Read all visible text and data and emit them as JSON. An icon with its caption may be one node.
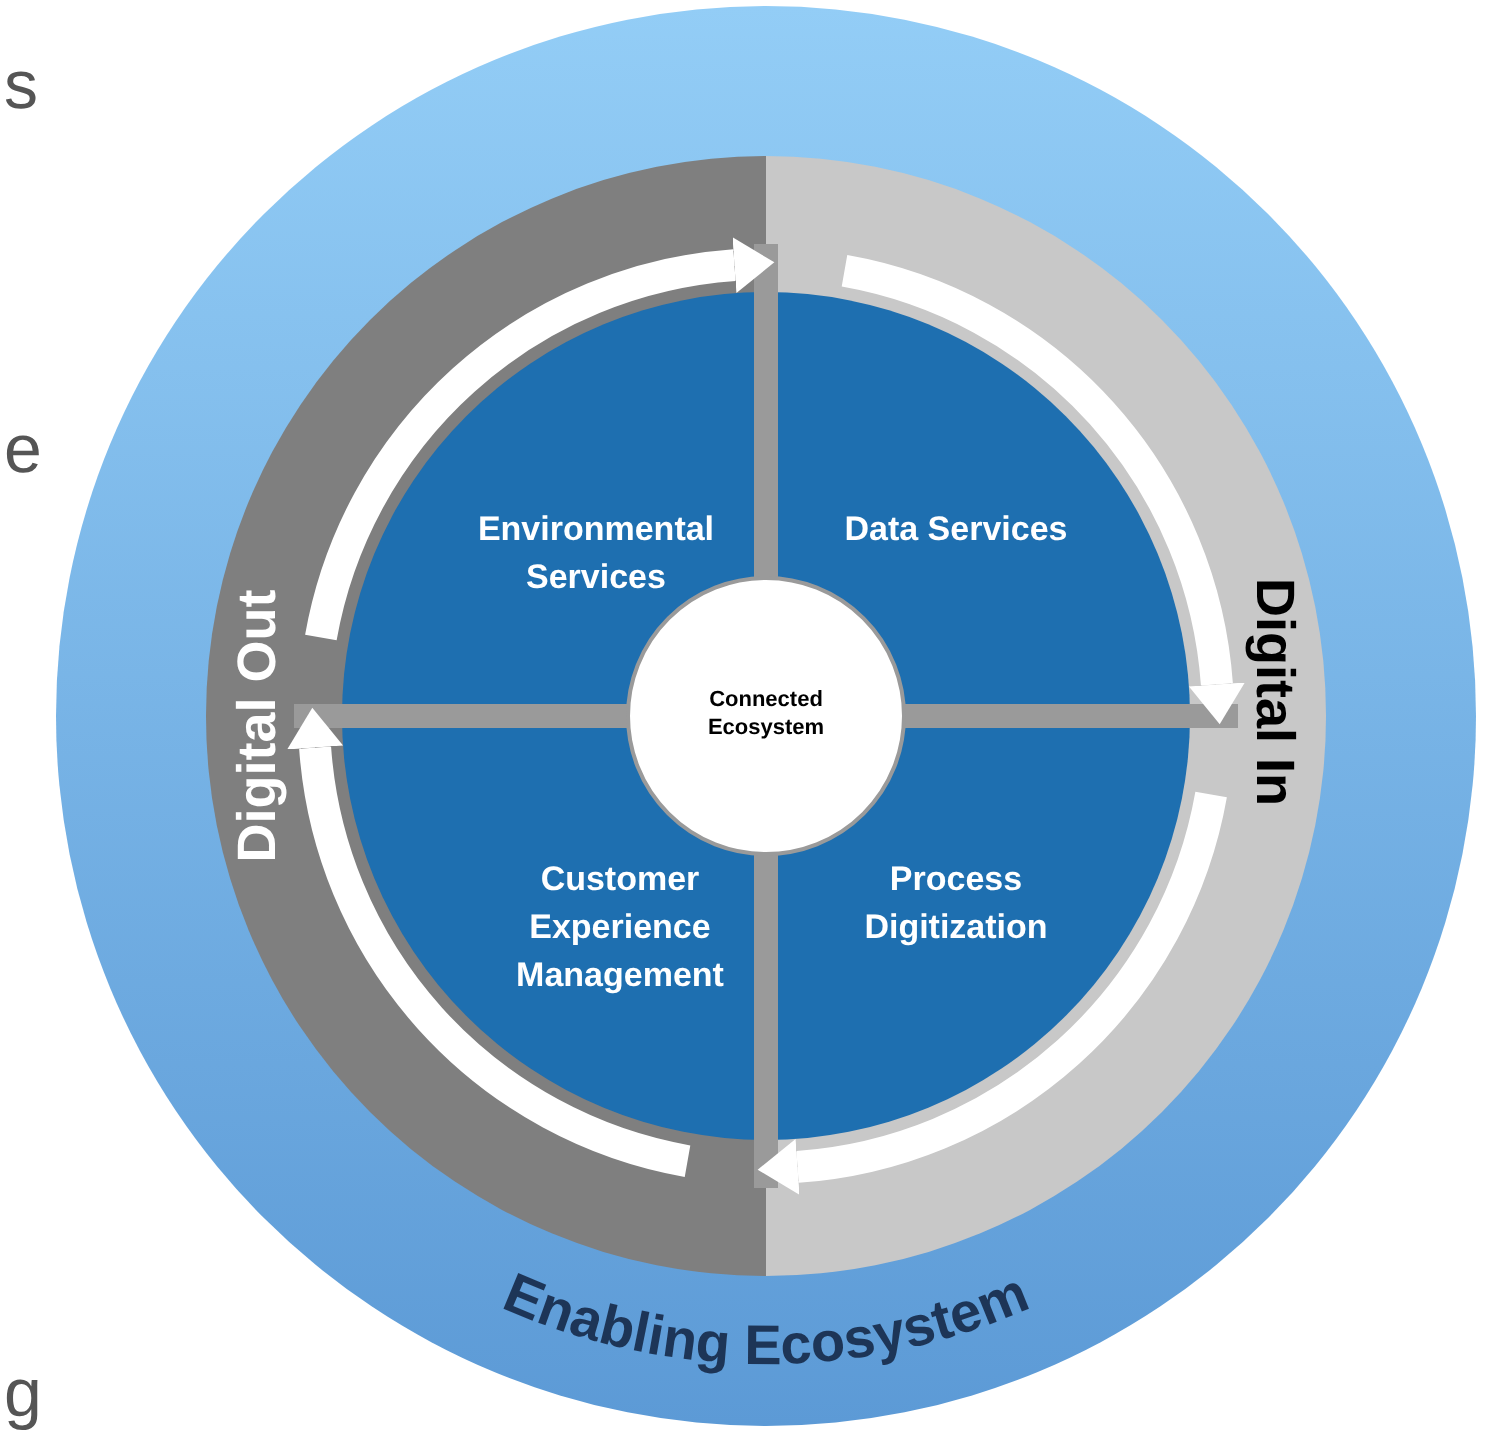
{
  "diagram": {
    "nodes": [
      {
        "text": [
          "Enabling Ecosystem"
        ]
      },
      {
        "text": [
          "Digital Out"
        ],
        "in": 0
      },
      {
        "text": [
          "Digital In"
        ],
        "in": 0
      },
      {
        "text": [
          "Environmental Services"
        ],
        "in": 1
      },
      {
        "text": [
          "Data Services"
        ],
        "in": 2
      },
      {
        "text": [
          "Customer Experience Management"
        ],
        "in": 1
      },
      {
        "text": [
          "Process Digitization"
        ],
        "in": 2
      },
      {
        "text": [
          "Connected Ecosystem"
        ],
        "in": 0
      }
    ],
    "labels": [
      "s",
      "e",
      "g"
    ]
  }
}
